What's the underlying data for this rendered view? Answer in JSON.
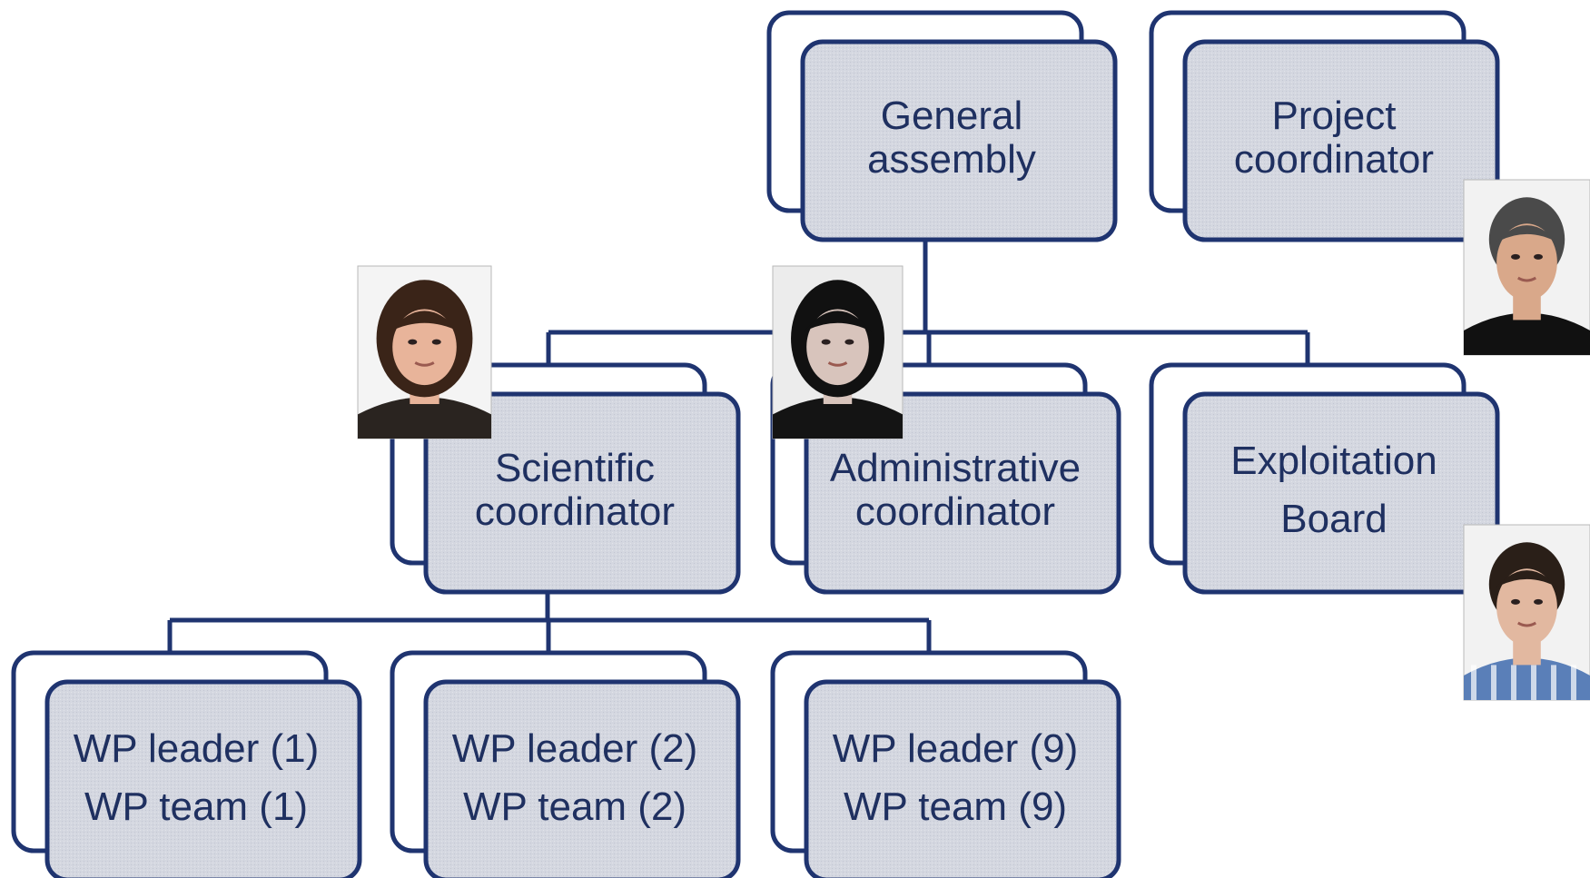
{
  "colors": {
    "stroke": "#1f3470",
    "box_fill": "#d4d7e0",
    "back_fill": "#ffffff",
    "text": "#1f3060"
  },
  "nodes": [
    {
      "id": "general-assembly",
      "lines": [
        "General",
        "assembly"
      ]
    },
    {
      "id": "project-coordinator",
      "lines": [
        "Project",
        "coordinator"
      ]
    },
    {
      "id": "scientific-coordinator",
      "lines": [
        "Scientific",
        "coordinator"
      ]
    },
    {
      "id": "administrative-coordinator",
      "lines": [
        "Administrative",
        "coordinator"
      ]
    },
    {
      "id": "exploitation-board",
      "lines": [
        "Exploitation",
        "Board"
      ]
    },
    {
      "id": "wp-1",
      "lines": [
        "WP leader (1)",
        "WP team (1)"
      ]
    },
    {
      "id": "wp-2",
      "lines": [
        "WP leader (2)",
        "WP team (2)"
      ]
    },
    {
      "id": "wp-9",
      "lines": [
        "WP leader (9)",
        "WP team (9)"
      ]
    }
  ],
  "edges": [
    {
      "from": "general-assembly",
      "to": "scientific-coordinator"
    },
    {
      "from": "general-assembly",
      "to": "administrative-coordinator"
    },
    {
      "from": "general-assembly",
      "to": "exploitation-board"
    },
    {
      "from": "scientific-coordinator",
      "to": "wp-1"
    },
    {
      "from": "scientific-coordinator",
      "to": "wp-2"
    },
    {
      "from": "scientific-coordinator",
      "to": "wp-9"
    }
  ],
  "photos": [
    {
      "id": "scientific-coordinator-photo",
      "person": "woman",
      "hair": "#3a2418",
      "skin": "#e8b49a",
      "clothes": "#2a2420",
      "background": "#f4f4f4"
    },
    {
      "id": "administrative-coordinator-photo",
      "person": "woman",
      "hair": "#111111",
      "skin": "#d8c4bc",
      "clothes": "#141414",
      "background": "#ececec"
    },
    {
      "id": "project-coordinator-photo",
      "person": "man",
      "hair": "#4a4a4a",
      "skin": "#d9a88a",
      "clothes": "#111111",
      "background": "#f2f2f2"
    },
    {
      "id": "exploitation-board-photo",
      "person": "man",
      "hair": "#2a1f18",
      "skin": "#e2b8a0",
      "clothes": "#5a7fb8",
      "background": "#f2f2f2"
    }
  ]
}
